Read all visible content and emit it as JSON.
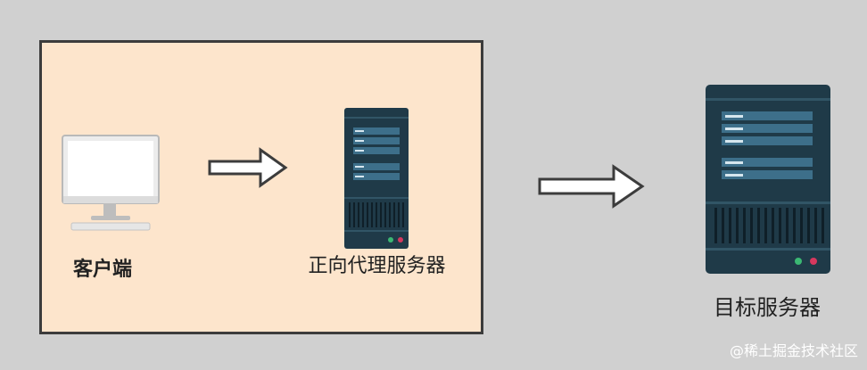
{
  "diagram": {
    "nodes": {
      "client": {
        "label": "客户端",
        "icon": "monitor-icon"
      },
      "proxy": {
        "label": "正向代理服务器",
        "icon": "server-icon"
      },
      "target": {
        "label": "目标服务器",
        "icon": "server-icon"
      }
    },
    "edges": [
      {
        "from": "client",
        "to": "proxy"
      },
      {
        "from": "proxy",
        "to": "target"
      }
    ],
    "group": {
      "members": [
        "client",
        "proxy"
      ]
    }
  },
  "watermark": "@稀土掘金技术社区",
  "colors": {
    "background": "#d0d0d0",
    "group_fill": "#fde5cc",
    "group_border": "#3c3c3c",
    "server_body": "#1f3a48",
    "server_slot": "#3d6f8a",
    "arrow_outline": "#3c3c3c"
  }
}
